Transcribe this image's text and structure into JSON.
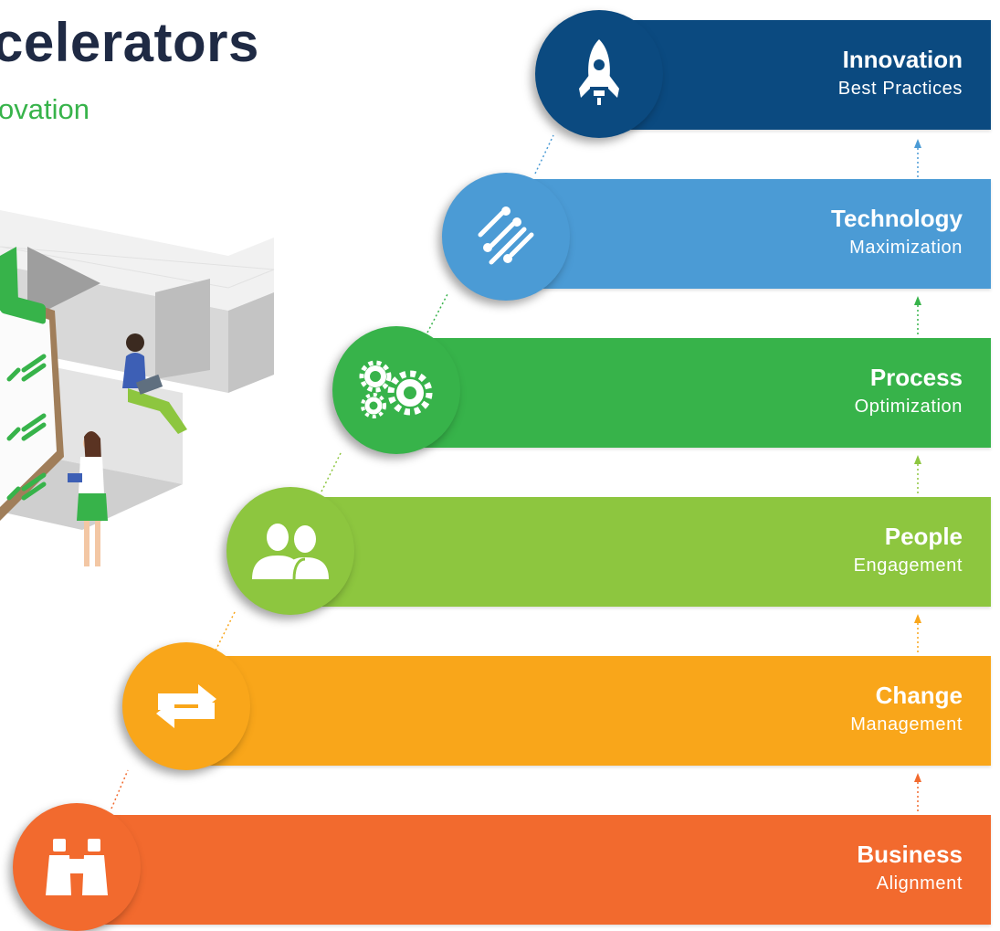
{
  "header": {
    "title": "celerators",
    "subtitle": "ovation"
  },
  "steps": [
    {
      "title": "Innovation",
      "subtitle": "Best Practices",
      "color": "#0b4a80",
      "icon": "rocket-icon"
    },
    {
      "title": "Technology",
      "subtitle": "Maximization",
      "color": "#4b9bd5",
      "icon": "circuit-icon"
    },
    {
      "title": "Process",
      "subtitle": "Optimization",
      "color": "#37b34a",
      "icon": "gears-icon"
    },
    {
      "title": "People",
      "subtitle": "Engagement",
      "color": "#8dc63f",
      "icon": "people-icon"
    },
    {
      "title": "Change",
      "subtitle": "Management",
      "color": "#f9a61a",
      "icon": "repeat-arrows-icon"
    },
    {
      "title": "Business",
      "subtitle": "Alignment",
      "color": "#f26a2e",
      "icon": "binoculars-icon"
    }
  ]
}
